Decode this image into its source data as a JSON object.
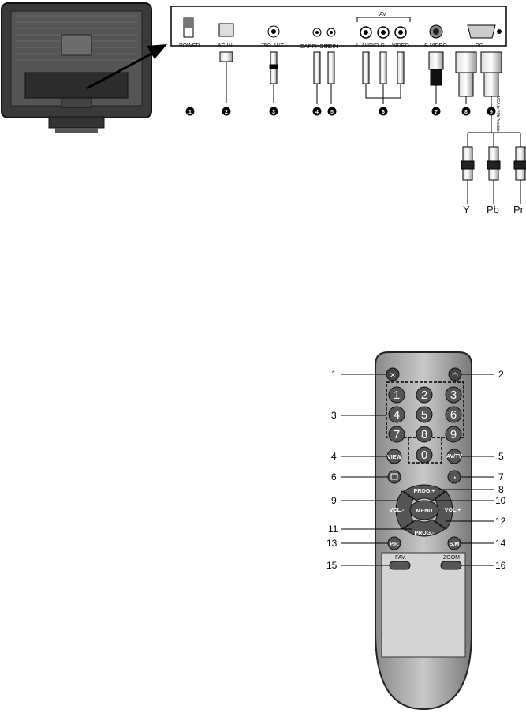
{
  "rear_panel": {
    "connectors": [
      {
        "id": 1,
        "label": "POWER"
      },
      {
        "id": 2,
        "label": "AC IN"
      },
      {
        "id": 3,
        "label": "75Ω ANT"
      },
      {
        "id": 4,
        "label": "EARPHONE"
      },
      {
        "id": 5,
        "label": "PCIN"
      },
      {
        "id": 6,
        "label": "L-AUDIO-R",
        "group": "AV",
        "extra": "VIDEO"
      },
      {
        "id": 7,
        "label": "S-VIDEO"
      },
      {
        "id": 8,
        "label": "PC"
      },
      {
        "id": 9,
        "label": ""
      }
    ],
    "av_group": "AV",
    "video_label": "VIDEO",
    "cable_label": "VGA to YPbPr cable",
    "component_outputs": [
      "Y",
      "Pb",
      "Pr"
    ]
  },
  "remote": {
    "digits": [
      "1",
      "2",
      "3",
      "4",
      "5",
      "6",
      "7",
      "8",
      "9",
      "0"
    ],
    "keys": {
      "view": "VIEW",
      "avtv": "AV/TV",
      "prog_up": "PROG.+",
      "prog_down": "PROG.-",
      "vol_down": "VOL.-",
      "vol_up": "VOL.+",
      "menu": "MENU",
      "pp": "P.P.",
      "sm": "S.M",
      "fav": "FAV.",
      "zoom": "ZOOM"
    },
    "callouts": [
      "1",
      "2",
      "3",
      "4",
      "5",
      "6",
      "7",
      "8",
      "9",
      "10",
      "11",
      "12",
      "13",
      "14",
      "15",
      "16"
    ]
  }
}
